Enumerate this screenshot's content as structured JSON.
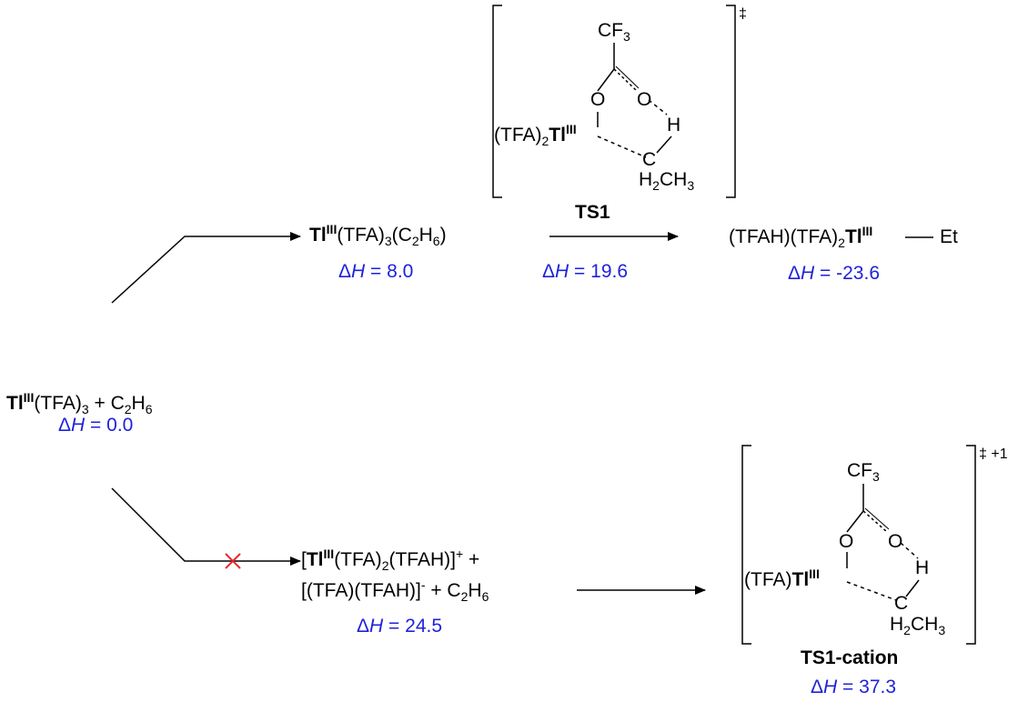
{
  "colors": {
    "energy": "#1f22d9",
    "blocked": "#e8262a",
    "line": "#000000"
  },
  "reactant": {
    "tl": "Tl",
    "ox": "III",
    "ligand": "(TFA)",
    "ligand_n": "3",
    "plus": " + C",
    "c_n": "2",
    "h": "H",
    "h_n": "6",
    "dh_sym": "Δ",
    "dh_var": "H",
    "dh_val": " = 0.0"
  },
  "complex": {
    "tl": "Tl",
    "ox": "III",
    "ligand": "(TFA)",
    "ligand_n": "3",
    "open": "(C",
    "c_n": "2",
    "h": "H",
    "h_n": "6",
    "close": ")",
    "dh_sym": "Δ",
    "dh_var": "H",
    "dh_val": " = 8.0"
  },
  "ts1": {
    "label": "TS1",
    "dagger": "‡",
    "cf": "CF",
    "cf_n": "3",
    "o1": "O",
    "o2": "O",
    "h": "H",
    "c": "C",
    "ch": "H",
    "ch_n": "2",
    "ch_rest": "CH",
    "ch_rest_n": "3",
    "tl_pre": "(TFA)",
    "tl_pre_n": "2",
    "tl": "Tl",
    "ox": "III",
    "dh_sym": "Δ",
    "dh_var": "H",
    "dh_val": " = 19.6"
  },
  "product": {
    "pre": "(TFAH)(TFA)",
    "pre_n": "2",
    "tl": "Tl",
    "ox": "III",
    "et": "Et",
    "dh_sym": "Δ",
    "dh_var": "H",
    "dh_val": " = -23.6"
  },
  "ionpair": {
    "l1_open": "[",
    "tl": "Tl",
    "ox": "III",
    "l1_mid": "(TFA)",
    "l1_n": "2",
    "l1_tail": "(TFAH)]",
    "l1_charge": "+",
    "l1_plus": " +",
    "l2": "[(TFA)(TFAH)]",
    "l2_charge": "-",
    "l2_plus": " + C",
    "l2_c_n": "2",
    "l2_h": "H",
    "l2_h_n": "6",
    "dh_sym": "Δ",
    "dh_var": "H",
    "dh_val": " = 24.5"
  },
  "ts1_cation": {
    "label": "TS1-cation",
    "dagger": "‡ +1",
    "cf": "CF",
    "cf_n": "3",
    "o1": "O",
    "o2": "O",
    "h": "H",
    "c": "C",
    "ch": "H",
    "ch_n": "2",
    "ch_rest": "CH",
    "ch_rest_n": "3",
    "tl_pre": "(TFA)",
    "tl": "Tl",
    "ox": "III",
    "dh_sym": "Δ",
    "dh_var": "H",
    "dh_val": " = 37.3"
  }
}
